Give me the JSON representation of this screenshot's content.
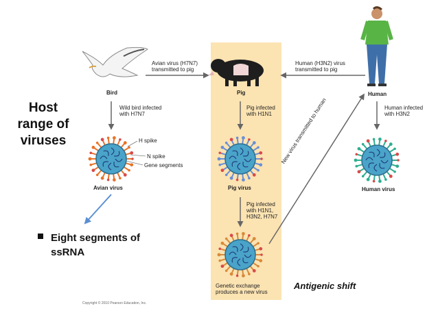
{
  "title": "Host\nrange of\nviruses",
  "bullet": [
    "Eight segments of",
    "ssRNA"
  ],
  "antigenic_shift": "Antigenic shift",
  "copyright": "Copyright © 2010 Pearson Education, Inc.",
  "hosts": {
    "bird": "Bird",
    "pig": "Pig",
    "human": "Human"
  },
  "arrows": {
    "avian_to_pig": [
      "Avian virus (H7N7)",
      "transmitted to pig"
    ],
    "human_to_pig": [
      "Human (H3N2) virus",
      "transmitted to pig"
    ],
    "new_virus": "New virus transmitted to human"
  },
  "steps": {
    "bird_infected": [
      "Wild bird infected",
      "with H7N7"
    ],
    "pig_infected": [
      "Pig infected",
      "with H1N1"
    ],
    "pig_infected_multi": [
      "Pig infected",
      "with H1N1,",
      "H3N2, H7N7"
    ],
    "human_infected": [
      "Human infected",
      "with H3N2"
    ],
    "genetic_exchange": [
      "Genetic exchange",
      "produces a new virus"
    ]
  },
  "viruses": {
    "avian": "Avian virus",
    "pig": "Pig virus",
    "human": "Human virus"
  },
  "virus_parts": {
    "h_spike": "H spike",
    "n_spike": "N spike",
    "gene_segments": "Gene segments"
  },
  "colors": {
    "pig_panel": "#fbe3b2",
    "virus_core": "#4aa3c9",
    "avian_spikes": "#e8742a",
    "pig_spikes": "#6a8fd6",
    "human_spikes": "#2fae8f",
    "mixed_spikes": "#d88a3a",
    "pointer_arrow": "#5b8fd4"
  }
}
